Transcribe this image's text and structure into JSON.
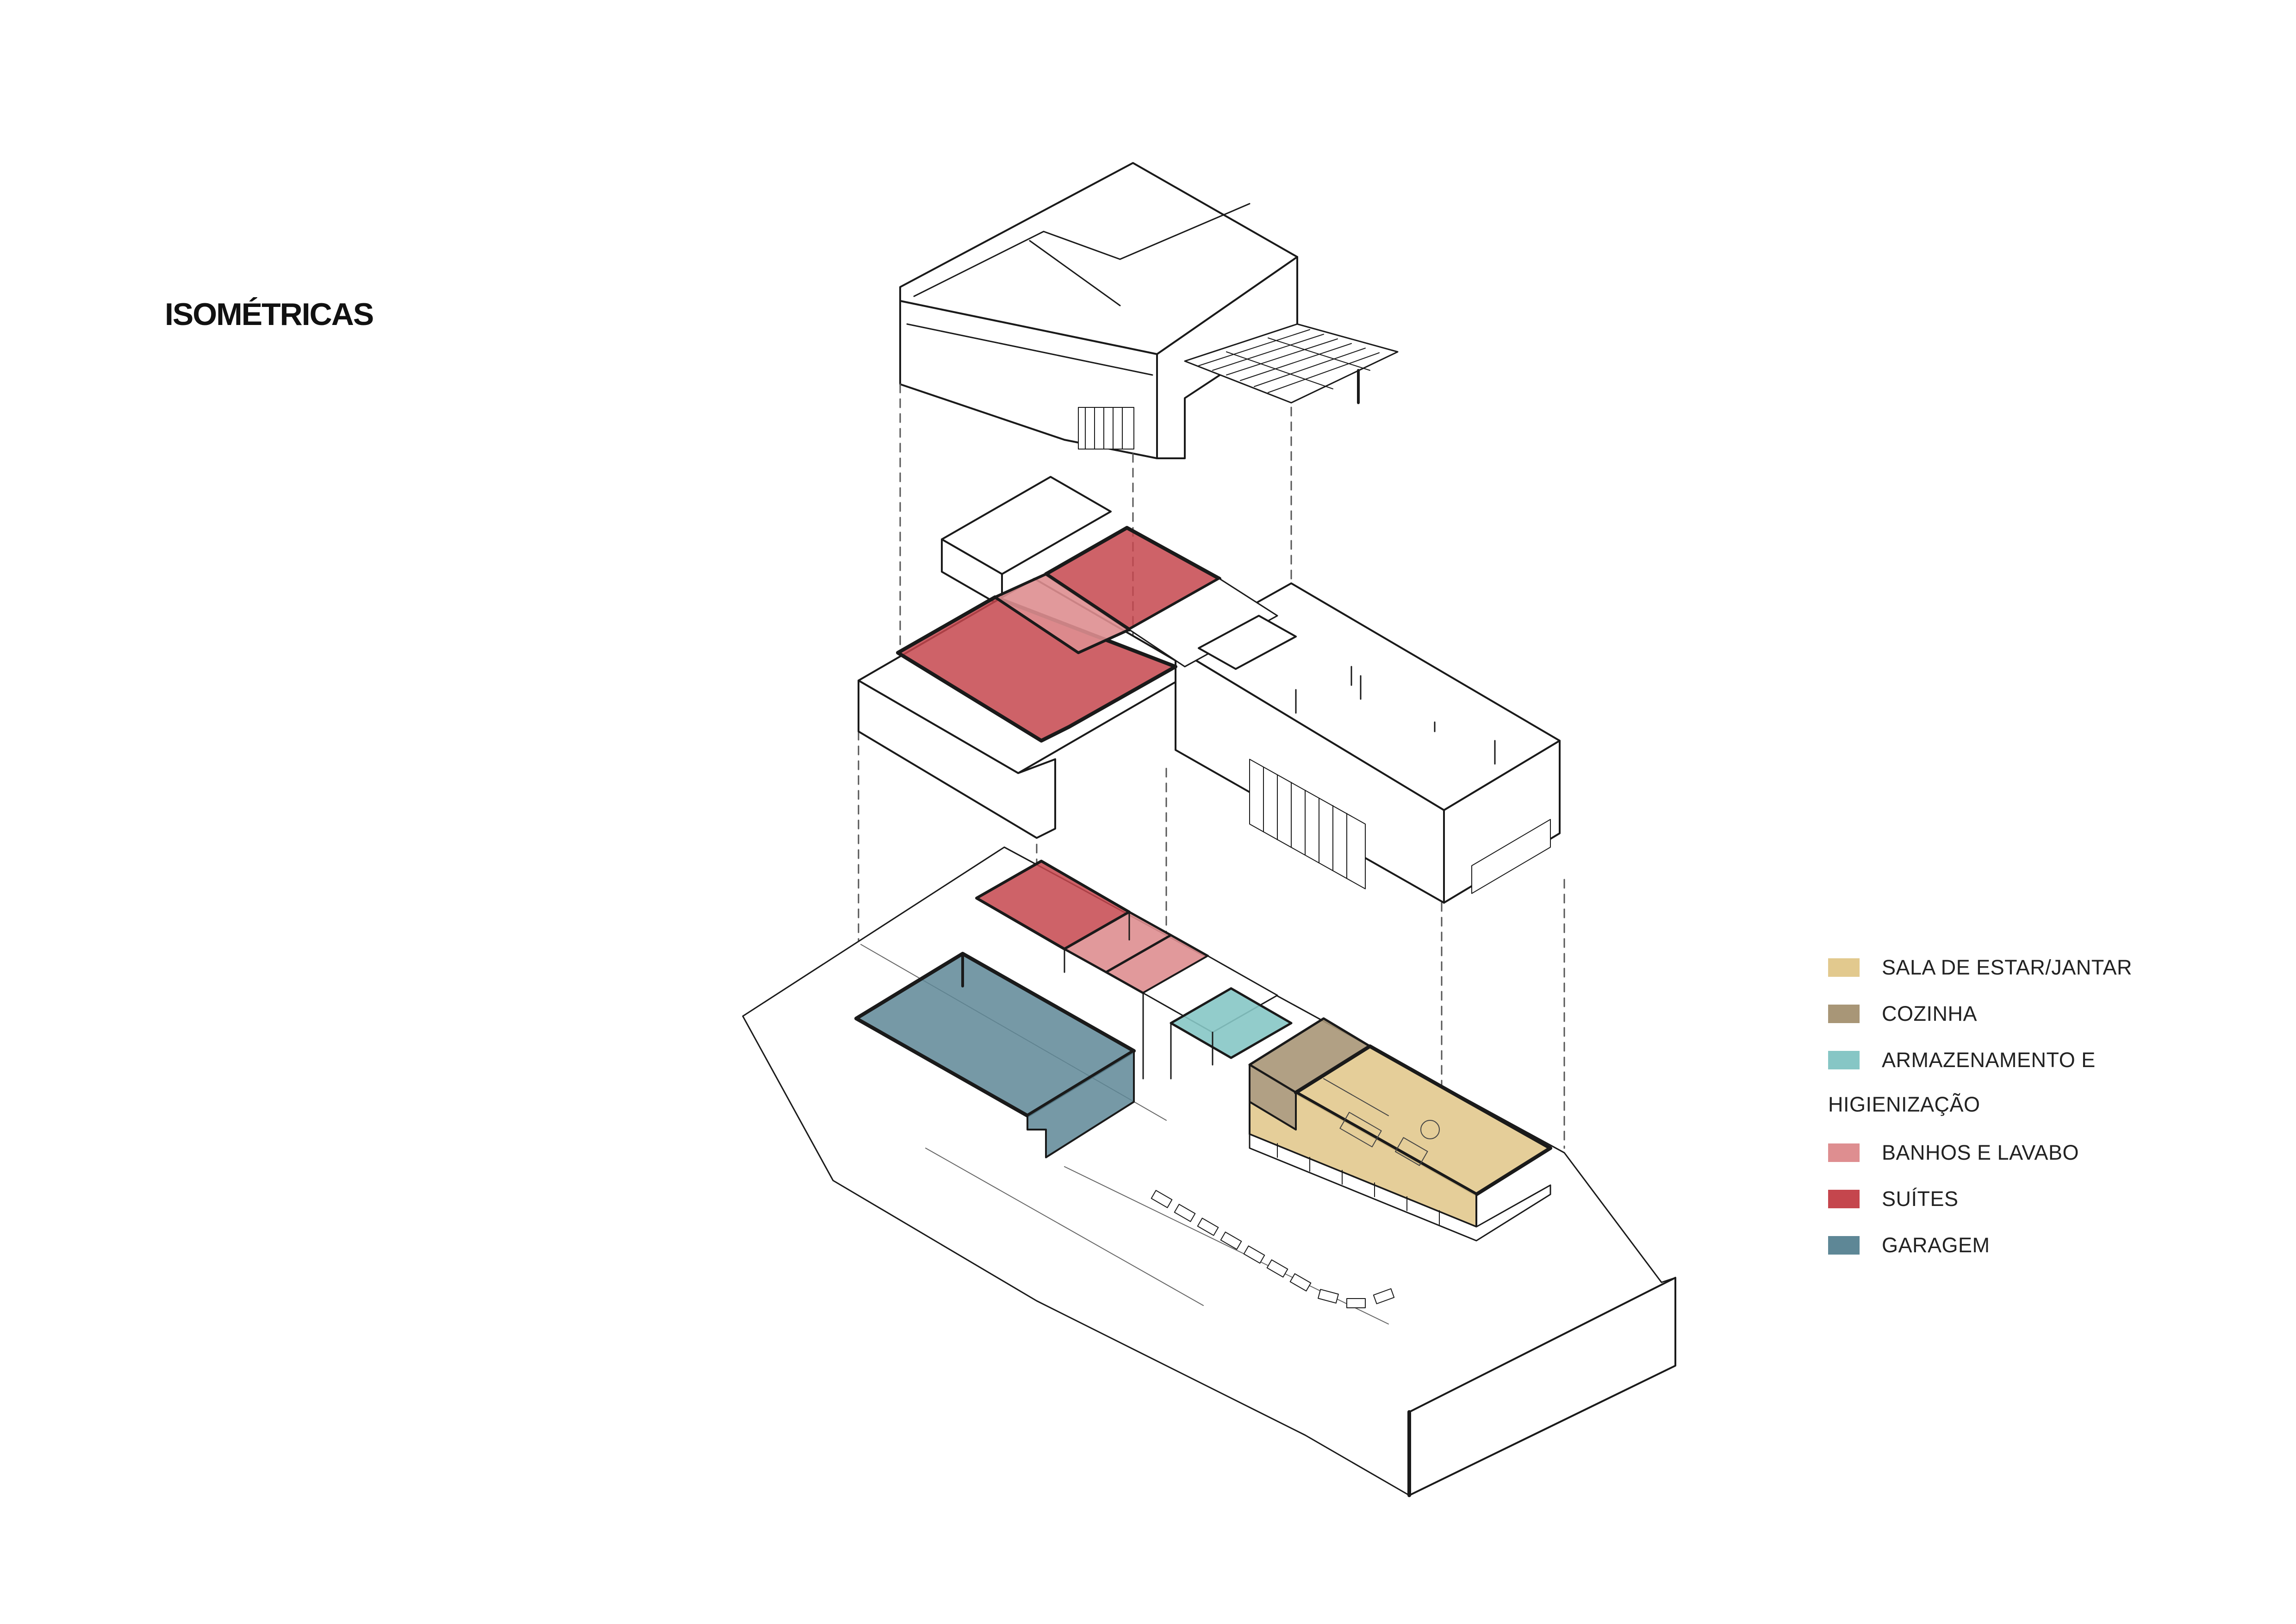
{
  "title": "ISOMÉTRICAS",
  "legend": [
    {
      "label": "SALA DE ESTAR/JANTAR",
      "color": "#e2c98e"
    },
    {
      "label": "COZINHA",
      "color": "#a89677"
    },
    {
      "label": "ARMAZENAMENTO E",
      "label_cont": "HIGIENIZAÇÃO",
      "color": "#86c6c5"
    },
    {
      "label": "BANHOS E LAVABO",
      "color": "#de8e90"
    },
    {
      "label": "SUÍTES",
      "color": "#c5464d"
    },
    {
      "label": "GARAGEM",
      "color": "#5e8796"
    }
  ],
  "colors": {
    "line": "#1a1a1a",
    "room_sala": "#e2c98e",
    "room_cozinha": "#a89677",
    "room_armazenamento": "#86c6c5",
    "room_banhos": "#de8e90",
    "room_suites": "#c5464d",
    "room_garagem": "#5e8796"
  }
}
